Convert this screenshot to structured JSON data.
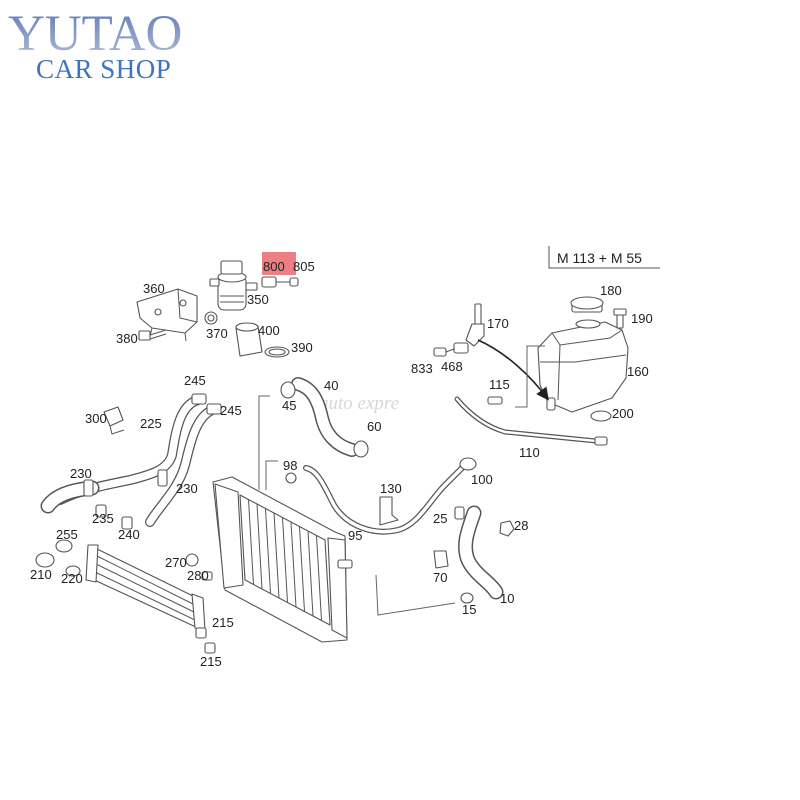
{
  "logo": {
    "title": "YUTAO",
    "subtitle": "CAR SHOP"
  },
  "watermark": "auto expre",
  "diagram": {
    "model_label": "M 113 + M 55",
    "highlighted_part": "800",
    "callouts": [
      "800",
      "805",
      "360",
      "350",
      "380",
      "370",
      "400",
      "390",
      "170",
      "833",
      "468",
      "180",
      "190",
      "160",
      "115",
      "200",
      "110",
      "40",
      "45",
      "60",
      "245",
      "245",
      "300",
      "225",
      "230",
      "230",
      "235",
      "240",
      "255",
      "210",
      "220",
      "270",
      "280",
      "215",
      "215",
      "98",
      "130",
      "95",
      "25",
      "28",
      "70",
      "100",
      "10",
      "15"
    ]
  },
  "colors": {
    "logo_dark": "#5f79b5",
    "logo_light": "#b3bfd8",
    "logo_subtitle": "#3e72c4",
    "highlight": "#e8686d",
    "line": "#555555",
    "text": "#222222"
  }
}
